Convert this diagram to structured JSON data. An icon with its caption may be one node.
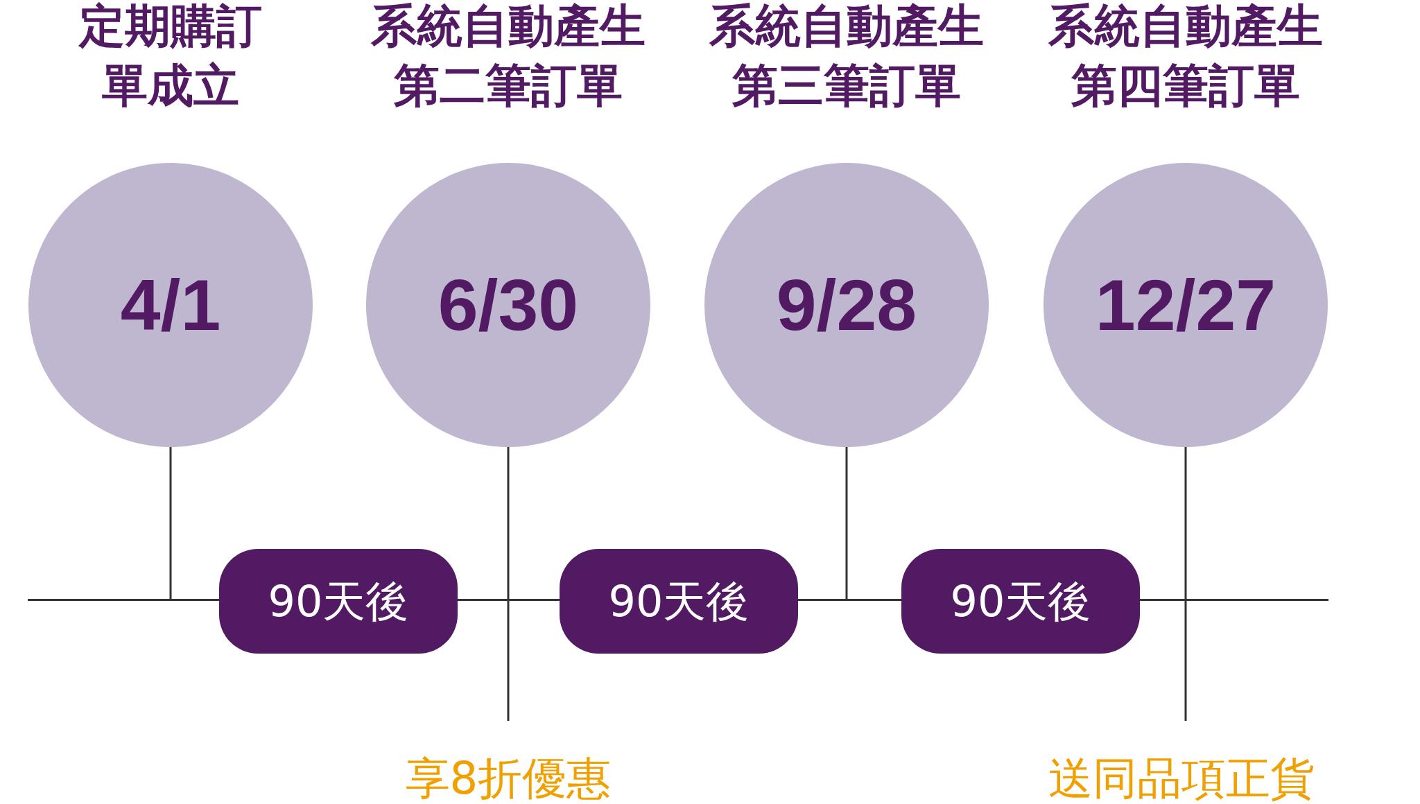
{
  "diagram": {
    "nodes": [
      {
        "text": [
          "定期購訂單成立",
          "4/1"
        ]
      },
      {
        "text": [
          "系統自動產生第二筆訂單",
          "6/30"
        ]
      },
      {
        "text": [
          "系統自動產生第三筆訂單",
          "9/28"
        ]
      },
      {
        "text": [
          "系統自動產生第四筆訂單",
          "12/27"
        ]
      },
      {
        "text": [],
        "shape": "bar"
      },
      {
        "text": [
          "90天後"
        ]
      },
      {
        "text": [
          "90天後"
        ]
      },
      {
        "text": [
          "90天後"
        ]
      },
      {
        "text": [
          "享8折優惠"
        ]
      },
      {
        "text": [
          "送同品項正貨"
        ]
      }
    ],
    "edges": [
      {
        "from": 0,
        "to": 4,
        "arrow": "none"
      },
      {
        "from": 1,
        "to": 8,
        "arrow": "none"
      },
      {
        "from": 2,
        "to": 4,
        "arrow": "none"
      },
      {
        "from": 3,
        "to": 9,
        "arrow": "none"
      }
    ]
  }
}
